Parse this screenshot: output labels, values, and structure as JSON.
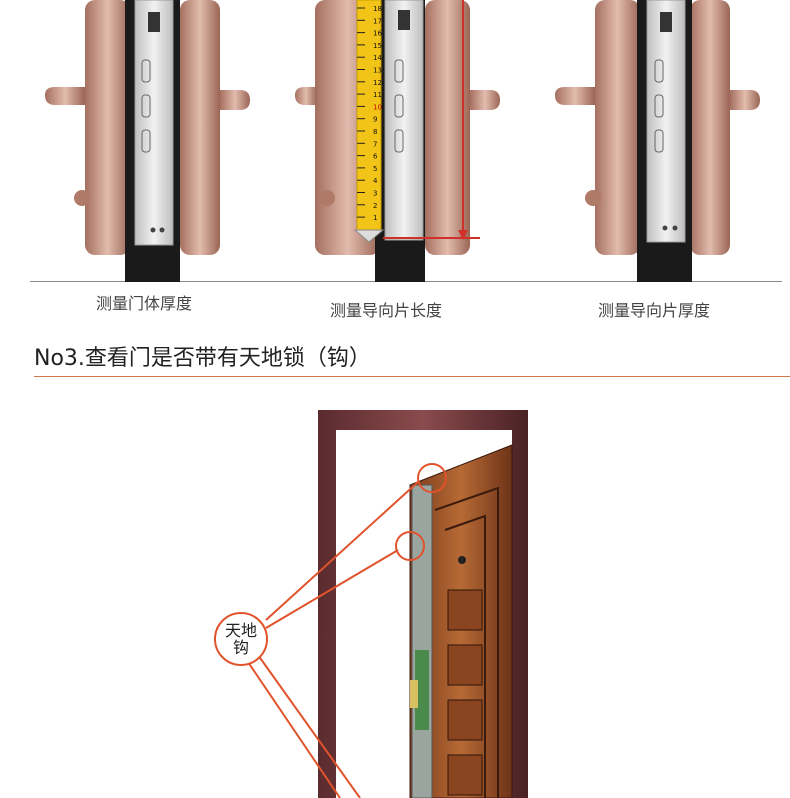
{
  "captions": {
    "door_thickness": "测量门体厚度",
    "guide_length": "测量导向片长度",
    "guide_thickness": "测量导向片厚度"
  },
  "section": {
    "title": "No3.查看门是否带有天地锁（钩）"
  },
  "door_figure": {
    "callout_label_line1": "天地",
    "callout_label_line2": "钩"
  },
  "tape_ticks": [
    "18",
    "17",
    "16",
    "15",
    "14",
    "13",
    "12",
    "11",
    "10",
    "9",
    "8",
    "7",
    "6",
    "5",
    "4",
    "3",
    "2",
    "1"
  ],
  "colors": {
    "bronze": "#c89a88",
    "accent_line": "#d07a4a",
    "callout": "#e0532b"
  }
}
